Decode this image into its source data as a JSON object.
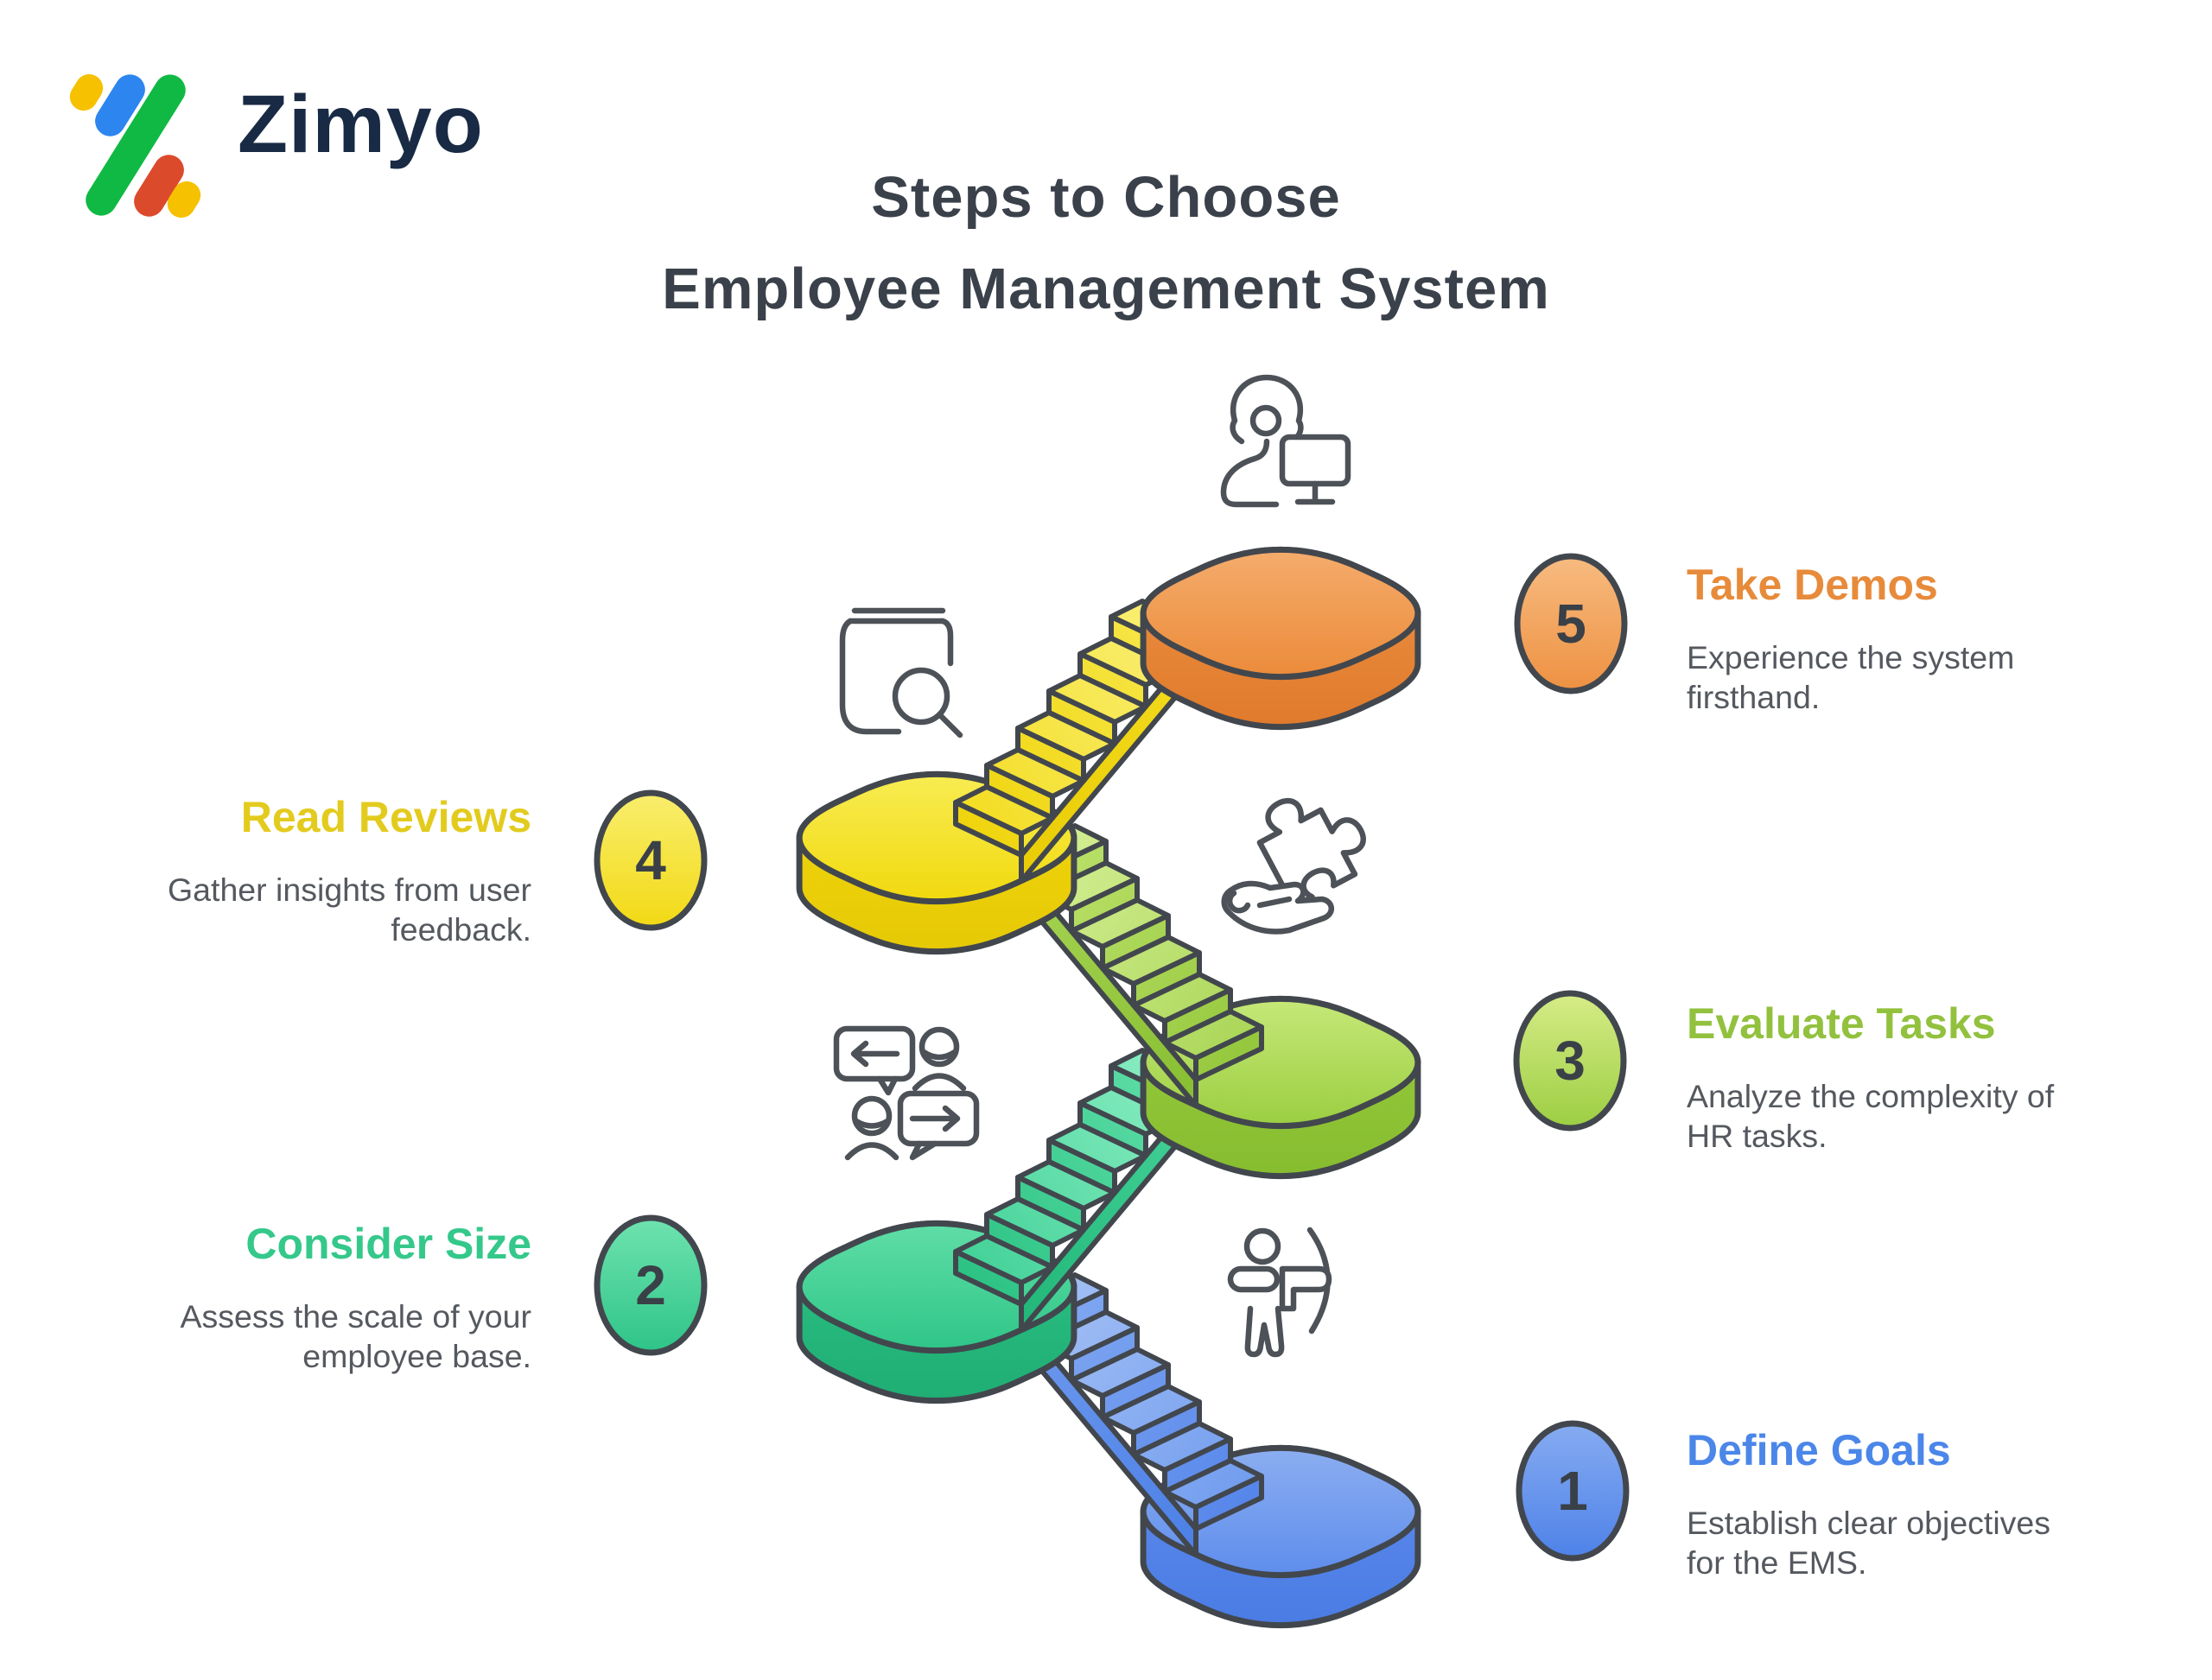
{
  "brand": {
    "name": "Zimyo",
    "logo_icon": "zimyo-logo-icon"
  },
  "title": {
    "line1": "Steps to Choose",
    "line2": "Employee Management System"
  },
  "steps": [
    {
      "number": "1",
      "title": "Define Goals",
      "desc_lines": [
        "Establish clear objectives",
        "for the EMS."
      ],
      "side": "right",
      "icon": "archer-bow-icon",
      "colors": {
        "title": "#4B86E9",
        "circle": [
          "#86ABF1",
          "#4E82E8"
        ],
        "platform_top": [
          "#8CAEF1",
          "#5E8DEC"
        ],
        "platform_side": [
          "#5F8CEC",
          "#4A7CE4"
        ],
        "tread": [
          "#6F9BEE",
          "#A7C2F5"
        ],
        "riser": [
          "#5585EA",
          "#86ACF1"
        ],
        "wall": [
          "#4A7EE6",
          "#6F9BEE"
        ]
      }
    },
    {
      "number": "2",
      "title": "Consider Size",
      "desc_lines": [
        "Assess the scale of your",
        "employee base."
      ],
      "side": "left",
      "icon": "chat-people-icon",
      "colors": {
        "title": "#35C88B",
        "circle": [
          "#6FE3B0",
          "#2EC487"
        ],
        "platform_top": [
          "#5FDEA6",
          "#2FC588"
        ],
        "platform_side": [
          "#2EC286",
          "#1FAE74"
        ],
        "tread": [
          "#3FD096",
          "#8FEFC5"
        ],
        "riser": [
          "#2BC283",
          "#62E0AA"
        ],
        "wall": [
          "#1FB476",
          "#46D49A"
        ]
      }
    },
    {
      "number": "3",
      "title": "Evaluate Tasks",
      "desc_lines": [
        "Analyze the complexity of",
        "HR tasks."
      ],
      "side": "right",
      "icon": "puzzle-hand-icon",
      "colors": {
        "title": "#92C13E",
        "circle": [
          "#D6EC87",
          "#9CCE43"
        ],
        "platform_top": [
          "#C6E878",
          "#9BCE41"
        ],
        "platform_side": [
          "#9ACB40",
          "#86BD2F"
        ],
        "tread": [
          "#A8D554",
          "#D8F09A"
        ],
        "riser": [
          "#94C73C",
          "#C0E46F"
        ],
        "wall": [
          "#86BD30",
          "#A8D554"
        ]
      }
    },
    {
      "number": "4",
      "title": "Read Reviews",
      "desc_lines": [
        "Gather insights from user",
        "feedback."
      ],
      "side": "left",
      "icon": "book-search-icon",
      "colors": {
        "title": "#E3CB1E",
        "circle": [
          "#F9EE6E",
          "#F2D914"
        ],
        "platform_top": [
          "#F8EC52",
          "#F1D90E"
        ],
        "platform_side": [
          "#F1D80E",
          "#E6C905"
        ],
        "tread": [
          "#F3DC1F",
          "#FAF07A"
        ],
        "riser": [
          "#EFD40C",
          "#F7E94F"
        ],
        "wall": [
          "#E9CB04",
          "#F3DC1F"
        ]
      }
    },
    {
      "number": "5",
      "title": "Take Demos",
      "desc_lines": [
        "Experience the system",
        "firsthand."
      ],
      "side": "right",
      "icon": "person-computer-icon",
      "colors": {
        "title": "#E78B3B",
        "circle": [
          "#F7BB80",
          "#EE9142"
        ],
        "platform_top": [
          "#F5AC6C",
          "#EB8B3A"
        ],
        "platform_side": [
          "#EE9244",
          "#E07A2C"
        ],
        "tread": [
          "#F5AC6C",
          "#F5AC6C"
        ],
        "riser": [
          "#EB8B3A",
          "#EB8B3A"
        ],
        "wall": [
          "#E07A2C",
          "#E07A2C"
        ]
      }
    }
  ],
  "colors": {
    "background": "#FFFFFF",
    "outline": "#42474E",
    "icon_ink": "#4D5258",
    "heading": "#3A414A",
    "brand_text": "#182A44",
    "body_text": "#55595F",
    "number": "#3A4047"
  },
  "logo_colors": {
    "yellow": "#F6C100",
    "blue": "#2D85F0",
    "green": "#10B943",
    "red": "#DC4A2C"
  }
}
